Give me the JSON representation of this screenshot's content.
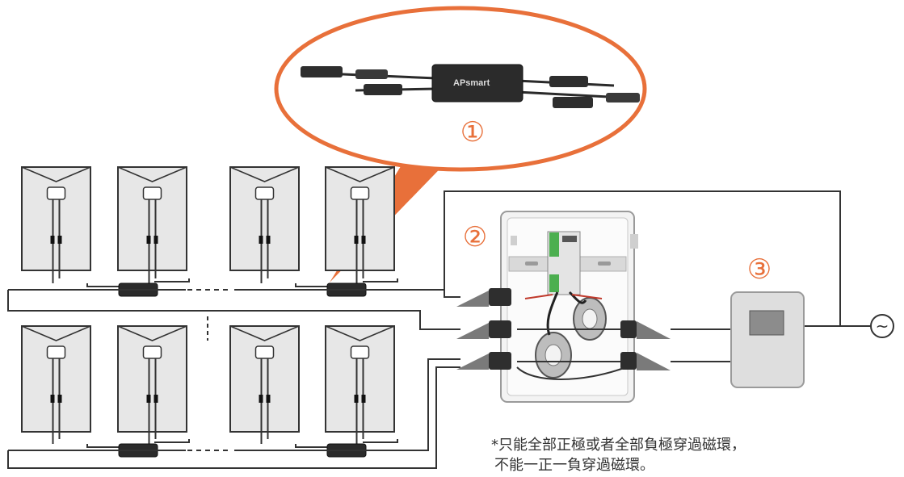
{
  "callouts": {
    "rsd_unit": "①",
    "controller": "②",
    "inverter": "③"
  },
  "device_logo": "APsmart",
  "note": {
    "line1": "*只能全部正極或者全部負極穿過磁環，",
    "line2": "不能一正一負穿過磁環。"
  },
  "ac_symbol": "~",
  "colors": {
    "accent": "#e8703a",
    "panel_fill": "#e7e7e7",
    "wire": "#333333",
    "enclosure": "#f0f0f0"
  }
}
